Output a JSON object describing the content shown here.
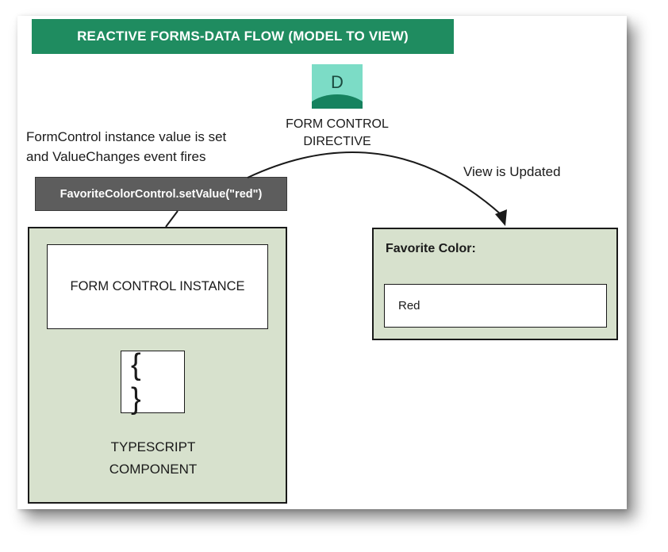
{
  "title": "REACTIVE FORMS-DATA FLOW (MODEL TO VIEW)",
  "directive": {
    "badge_letter": "D",
    "label_line1": "FORM CONTROL",
    "label_line2": "DIRECTIVE"
  },
  "model_update": {
    "line1": "FormControl instance value is set",
    "line2": "and ValueChanges event fires",
    "code": "FavoriteColorControl.setValue(\"red\")"
  },
  "view_update_label": "View is Updated",
  "component": {
    "instance_label": "FORM CONTROL INSTANCE",
    "braces_glyph": "{ }",
    "label_line1": "TYPESCRIPT",
    "label_line2": "COMPONENT"
  },
  "view": {
    "field_label": "Favorite Color:",
    "field_value": "Red"
  },
  "colors": {
    "title_bg": "#1f8c60",
    "panel_bg": "#d7e1cd",
    "code_bg": "#5d5d5d",
    "badge_light": "#7cdcc6",
    "badge_dark": "#16825f"
  },
  "icons": [
    "directive-d-icon",
    "braces-icon",
    "arrow-icon"
  ]
}
